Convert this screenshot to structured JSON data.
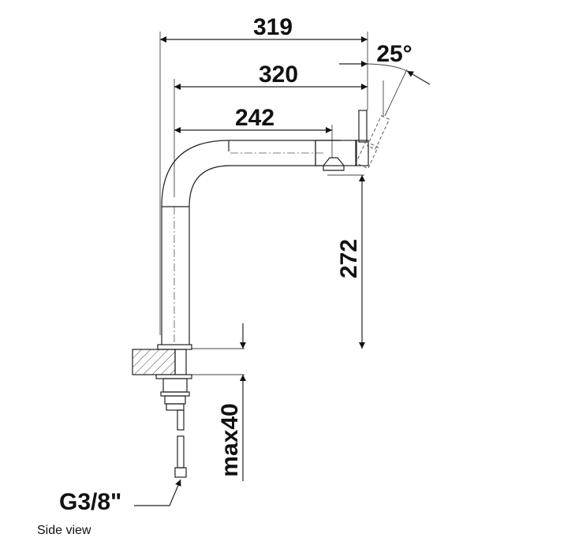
{
  "drawing": {
    "dimensions": {
      "reach_overall": "319",
      "reach_spout": "320",
      "reach_aerator": "242",
      "swivel_angle": "25°",
      "spout_height": "272",
      "counter_thickness": "max40"
    },
    "connection_label": "G3/8\"",
    "caption": "Side view"
  }
}
